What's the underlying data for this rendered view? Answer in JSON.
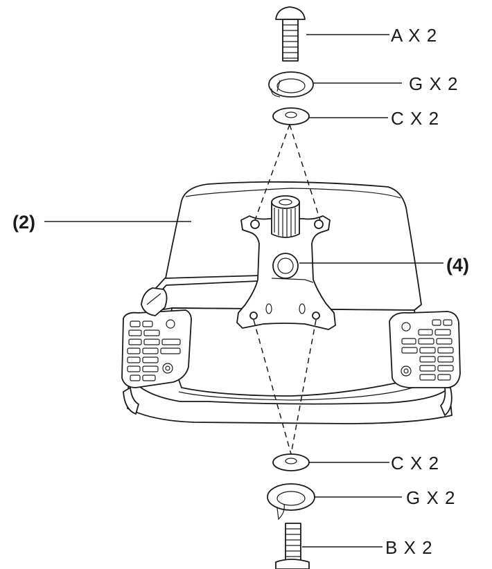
{
  "labels": {
    "a_top": "A X 2",
    "g_top": "G X 2",
    "c_top": "C X 2",
    "ref_seat": "(2)",
    "ref_mechanism": "(4)",
    "c_bottom": "C X 2",
    "g_bottom": "G X 2",
    "b_bottom": "B X 2"
  },
  "colors": {
    "ink": "#1a1a1a",
    "background": "#ffffff"
  }
}
